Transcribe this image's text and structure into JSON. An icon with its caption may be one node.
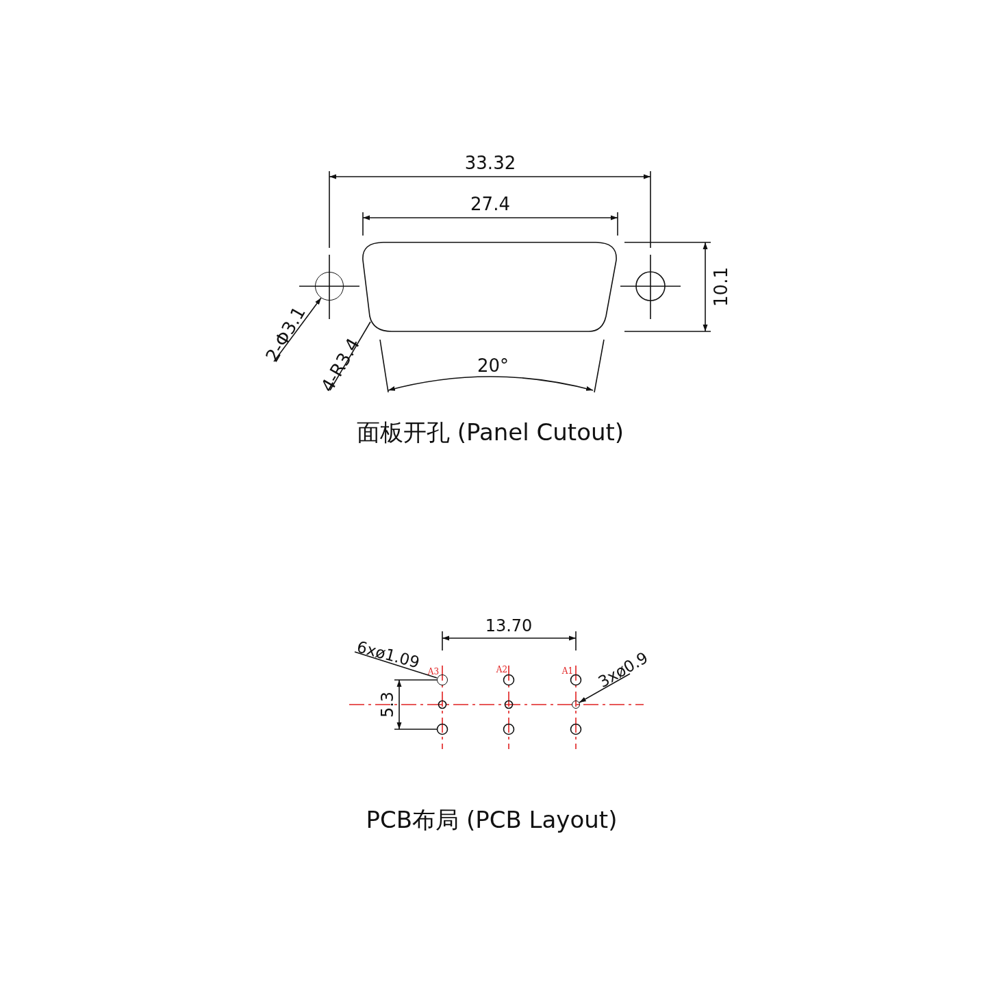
{
  "diagram": {
    "nodes": [
      {
        "text": [
          "2-Φ3.1"
        ]
      },
      {
        "text": [],
        "shape": "circle"
      },
      {
        "text": [
          "4-R3.4"
        ]
      },
      {
        "text": [],
        "shape": "outline"
      },
      {
        "text": [
          "6xø1.09"
        ]
      },
      {
        "text": [],
        "shape": "circle"
      },
      {
        "text": [
          "3xø0.9"
        ]
      },
      {
        "text": [],
        "shape": "circle"
      }
    ],
    "edges": [
      {
        "from": 0,
        "to": 1,
        "arrow": "to"
      },
      {
        "from": 2,
        "to": 3,
        "arrow": "none"
      },
      {
        "from": 4,
        "to": 5,
        "arrow": "none"
      },
      {
        "from": 6,
        "to": 7,
        "arrow": "to"
      }
    ],
    "labels": [
      "33.32",
      "27.4",
      "10.1",
      "20°",
      "面板开孔 (Panel Cutout)",
      "13.70",
      "A3",
      "A2",
      "A1",
      "5.3",
      "PCB布局 (PCB Layout)"
    ]
  }
}
